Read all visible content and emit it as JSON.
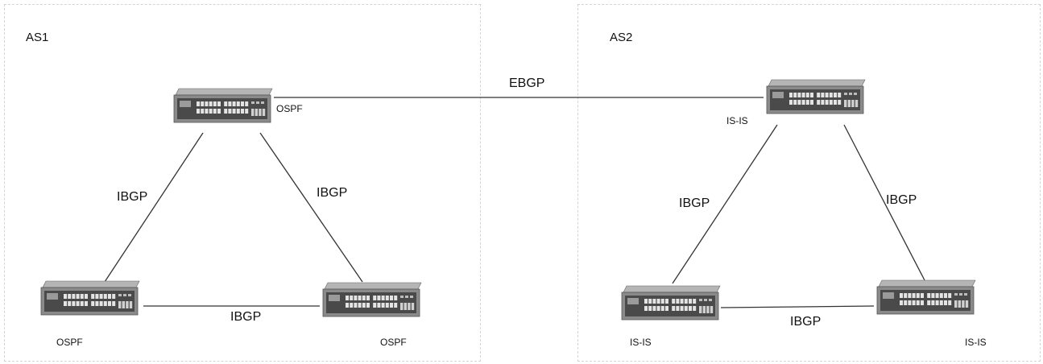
{
  "autonomous_systems": [
    {
      "label": "AS1"
    },
    {
      "label": "AS2"
    }
  ],
  "links": {
    "ebgp": "EBGP",
    "as1_left": "IBGP",
    "as1_right": "IBGP",
    "as1_bottom": "IBGP",
    "as2_left": "IBGP",
    "as2_right": "IBGP",
    "as2_bottom": "IBGP"
  },
  "routers": {
    "as1_top": "OSPF",
    "as1_bottom_left": "OSPF",
    "as1_bottom_right": "OSPF",
    "as2_top": "IS-IS",
    "as2_bottom_left": "IS-IS",
    "as2_bottom_right": "IS-IS"
  },
  "colors": {
    "switch_body": "#8a8a8a",
    "switch_face": "#4a4a4a",
    "link": "#333333"
  }
}
